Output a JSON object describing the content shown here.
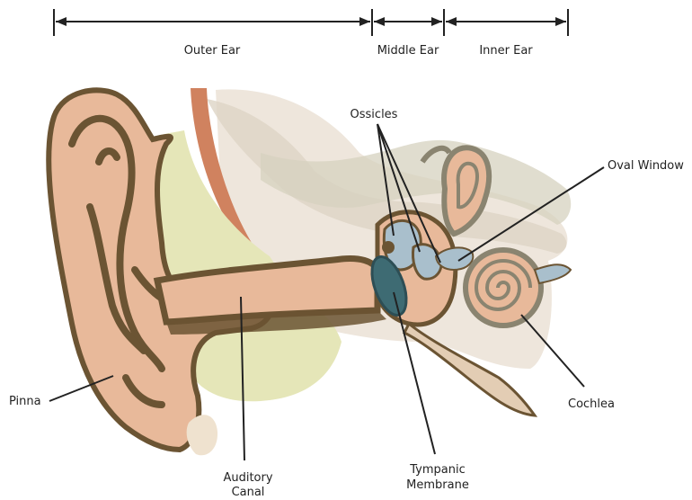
{
  "sections": {
    "outer": "Outer Ear",
    "middle": "Middle Ear",
    "inner": "Inner Ear"
  },
  "labels": {
    "ossicles": "Ossicles",
    "oval_window": "Oval Window",
    "pinna": "Pinna",
    "cochlea": "Cochlea",
    "auditory_canal_line1": "Auditory",
    "auditory_canal_line2": "Canal",
    "tympanic_line1": "Tympanic",
    "tympanic_line2": "Membrane"
  },
  "colors": {
    "outline": "#6b5433",
    "skin": "#e8b99a",
    "cartilage": "#e5e6b8",
    "muscle": "#d0825f",
    "bone": "#d9cfbf",
    "ossicle": "#a9bfcc",
    "eardrum": "#3e6b73"
  }
}
